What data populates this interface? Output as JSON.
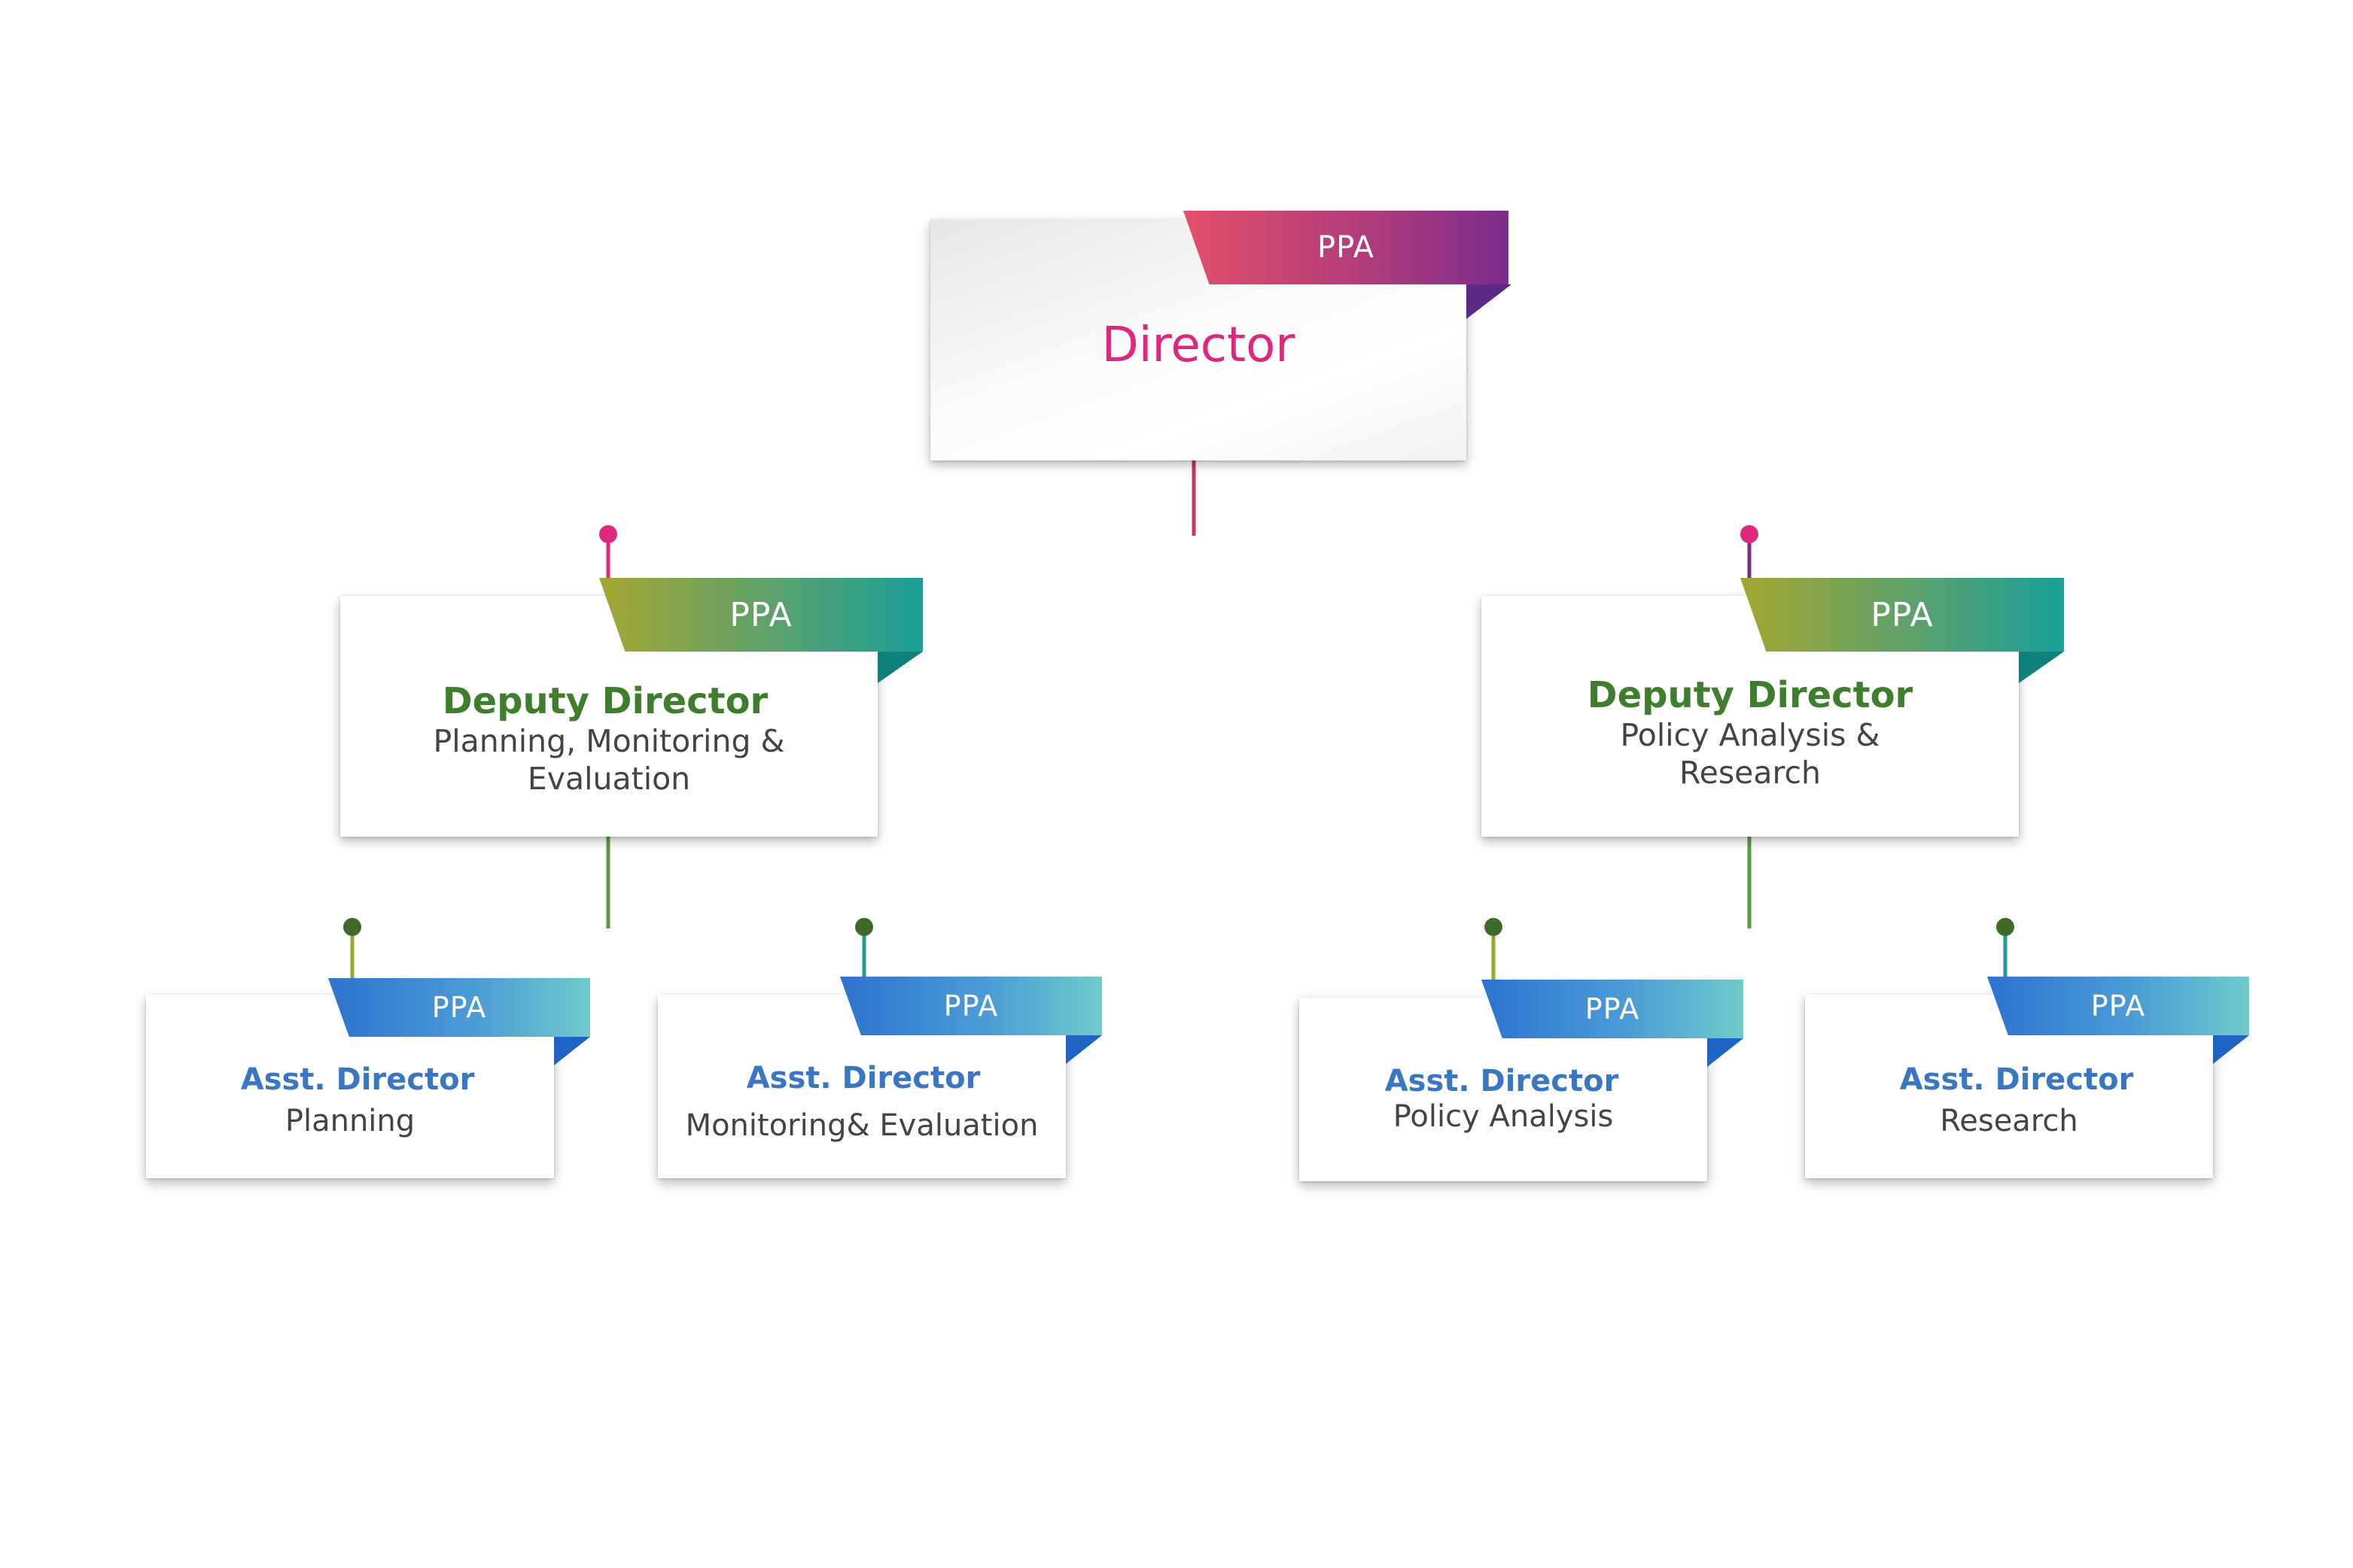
{
  "chart_title": "",
  "colors": {
    "director_line": "#d4306e",
    "director_line_end": "#7b2c8c",
    "director_text": "#e0267d",
    "deputy_text": "#3f7e2c",
    "deputy_line": "#5a9a4a",
    "deputy_dot": "#3f6a2c",
    "asst_text": "#3a77c2",
    "asst_line": "#1a9f98"
  },
  "director": {
    "tag": "PPA",
    "title": "Director"
  },
  "deputies": [
    {
      "tag": "PPA",
      "title": "Deputy Director",
      "subtitle_lines": [
        "Planning, Monitoring &",
        "Evaluation"
      ],
      "assistants": [
        {
          "tag": "PPA",
          "title": "Asst. Director",
          "subtitle": "Planning"
        },
        {
          "tag": "PPA",
          "title": "Asst. Director",
          "subtitle": "Monitoring& Evaluation"
        }
      ]
    },
    {
      "tag": "PPA",
      "title": "Deputy Director",
      "subtitle_lines": [
        "Policy Analysis &",
        "Research"
      ],
      "assistants": [
        {
          "tag": "PPA",
          "title": "Asst. Director",
          "subtitle": "Policy Analysis"
        },
        {
          "tag": "PPA",
          "title": "Asst. Director",
          "subtitle": "Research"
        }
      ]
    }
  ]
}
